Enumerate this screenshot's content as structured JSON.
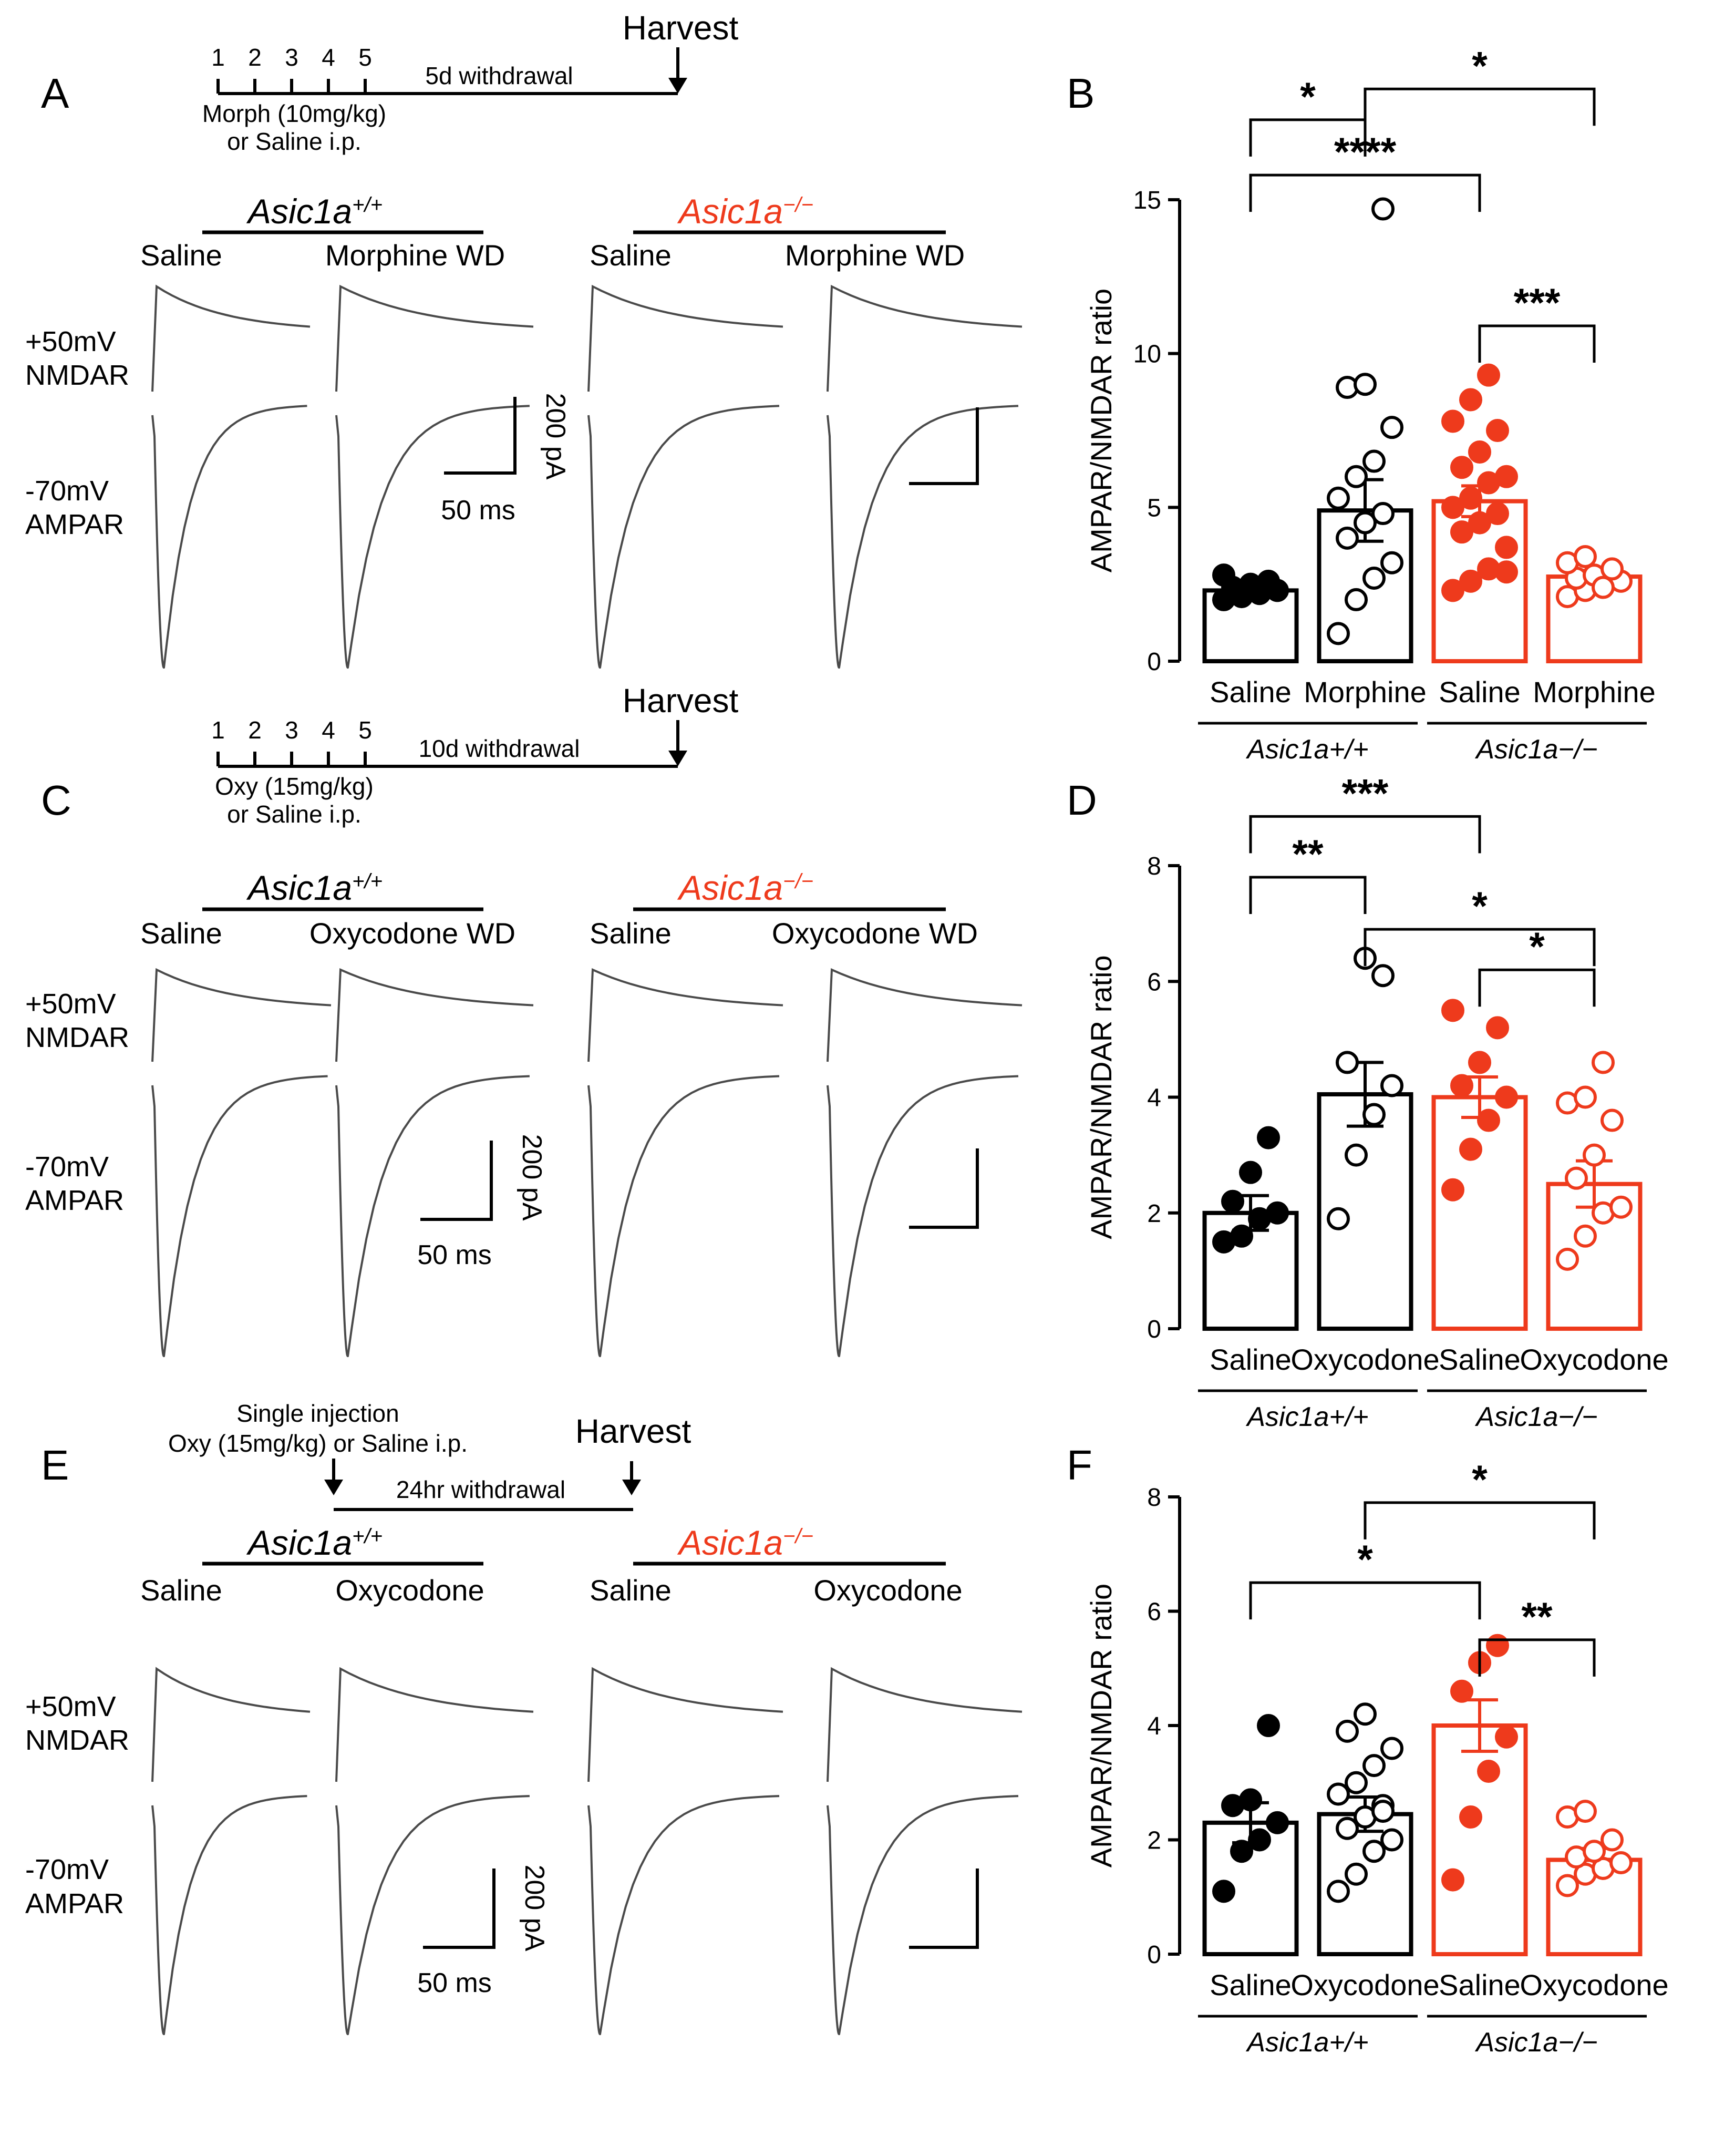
{
  "colors": {
    "wt": "#000000",
    "ko": "#ee3a1c",
    "trace": "#4a4a4a"
  },
  "panels": [
    {
      "label": "A",
      "days": [
        "1",
        "2",
        "3",
        "4",
        "5"
      ],
      "withdrawal": "5d withdrawal",
      "harvest": "Harvest",
      "injection": [
        "Morph (10mg/kg)",
        "or Saline i.p."
      ],
      "genotypes": {
        "wt": "Asic1a",
        "wt_sup": "+/+",
        "ko": "Asic1a",
        "ko_sup": "−/−"
      },
      "conditions": [
        "Saline",
        "Morphine WD",
        "Saline",
        "Morphine WD"
      ],
      "voltage_labels": {
        "pos": "+50mV",
        "pos_receptor": "NMDAR",
        "neg": "-70mV",
        "neg_receptor": "AMPAR"
      },
      "scale": {
        "amplitude": "200 pA",
        "time": "50 ms"
      }
    },
    {
      "label": "C",
      "days": [
        "1",
        "2",
        "3",
        "4",
        "5"
      ],
      "withdrawal": "10d withdrawal",
      "harvest": "Harvest",
      "injection": [
        "Oxy (15mg/kg)",
        "or Saline i.p."
      ],
      "genotypes": {
        "wt": "Asic1a",
        "wt_sup": "+/+",
        "ko": "Asic1a",
        "ko_sup": "−/−"
      },
      "conditions": [
        "Saline",
        "Oxycodone WD",
        "Saline",
        "Oxycodone WD"
      ],
      "voltage_labels": {
        "pos": "+50mV",
        "pos_receptor": "NMDAR",
        "neg": "-70mV",
        "neg_receptor": "AMPAR"
      },
      "scale": {
        "amplitude": "200 pA",
        "time": "50 ms"
      }
    },
    {
      "label": "E",
      "injection_title": [
        "Single injection",
        "Oxy (15mg/kg) or Saline i.p."
      ],
      "withdrawal": "24hr withdrawal",
      "harvest": "Harvest",
      "genotypes": {
        "wt": "Asic1a",
        "wt_sup": "+/+",
        "ko": "Asic1a",
        "ko_sup": "−/−"
      },
      "conditions": [
        "Saline",
        "Oxycodone",
        "Saline",
        "Oxycodone"
      ],
      "voltage_labels": {
        "pos": "+50mV",
        "pos_receptor": "NMDAR",
        "neg": "-70mV",
        "neg_receptor": "AMPAR"
      },
      "scale": {
        "amplitude": "200 pA",
        "time": "50 ms"
      }
    }
  ],
  "chart_data": [
    {
      "label": "B",
      "type": "bar",
      "ylabel": "AMPAR/NMDAR ratio",
      "ylim": [
        0,
        15
      ],
      "yticks": [
        0,
        5,
        10,
        15
      ],
      "categories": [
        "Saline",
        "Morphine",
        "Saline",
        "Morphine"
      ],
      "groups": [
        "Asic1a+/+",
        "Asic1a−/−"
      ],
      "means": [
        2.3,
        4.9,
        5.2,
        2.75
      ],
      "sem": [
        0.15,
        1.0,
        0.5,
        0.2
      ],
      "points": [
        [
          2.0,
          2.1,
          2.2,
          2.3,
          2.4,
          2.5,
          2.6,
          2.8,
          2.2
        ],
        [
          0.9,
          2.0,
          2.7,
          3.2,
          4.0,
          4.5,
          4.8,
          5.3,
          6.0,
          6.5,
          7.6,
          8.9,
          9.0,
          14.7
        ],
        [
          2.3,
          2.6,
          3.0,
          3.7,
          4.2,
          4.5,
          4.8,
          5.0,
          5.3,
          5.8,
          6.0,
          6.3,
          6.8,
          7.5,
          7.8,
          8.5,
          9.3,
          2.9
        ],
        [
          2.1,
          2.3,
          2.5,
          2.6,
          2.7,
          2.8,
          3.0,
          3.2,
          3.4,
          2.4
        ]
      ],
      "significance": [
        {
          "from": 0,
          "to": 1,
          "y": 17.6,
          "text": "*"
        },
        {
          "from": 1,
          "to": 3,
          "y": 18.6,
          "text": "*"
        },
        {
          "from": 0,
          "to": 2,
          "y": 15.8,
          "text": "****"
        },
        {
          "from": 2,
          "to": 3,
          "y": 10.9,
          "text": "***"
        }
      ]
    },
    {
      "label": "D",
      "type": "bar",
      "ylabel": "AMPAR/NMDAR ratio",
      "ylim": [
        0,
        8
      ],
      "yticks": [
        0,
        2,
        4,
        6,
        8
      ],
      "categories": [
        "Saline",
        "Oxycodone",
        "Saline",
        "Oxycodone"
      ],
      "groups": [
        "Asic1a+/+",
        "Asic1a−/−"
      ],
      "means": [
        2.0,
        4.05,
        4.0,
        2.5
      ],
      "sem": [
        0.3,
        0.55,
        0.35,
        0.4
      ],
      "points": [
        [
          1.5,
          1.6,
          1.9,
          2.0,
          2.2,
          2.7,
          3.3
        ],
        [
          1.9,
          3.0,
          3.7,
          4.2,
          4.6,
          6.4,
          6.1
        ],
        [
          2.4,
          3.1,
          3.6,
          4.0,
          4.2,
          4.6,
          5.2,
          5.5
        ],
        [
          1.2,
          1.6,
          2.0,
          2.1,
          2.6,
          3.0,
          3.6,
          3.9,
          4.0,
          4.6
        ]
      ],
      "significance": [
        {
          "from": 0,
          "to": 1,
          "y": 7.8,
          "text": "**"
        },
        {
          "from": 0,
          "to": 2,
          "y": 8.85,
          "text": "***"
        },
        {
          "from": 1,
          "to": 3,
          "y": 6.9,
          "text": "*"
        },
        {
          "from": 2,
          "to": 3,
          "y": 6.2,
          "text": "*"
        }
      ]
    },
    {
      "label": "F",
      "type": "bar",
      "ylabel": "AMPAR/NMDAR ratio",
      "ylim": [
        0,
        8
      ],
      "yticks": [
        0,
        2,
        4,
        6,
        8
      ],
      "categories": [
        "Saline",
        "Oxycodone",
        "Saline",
        "Oxycodone"
      ],
      "groups": [
        "Asic1a+/+",
        "Asic1a−/−"
      ],
      "means": [
        2.3,
        2.45,
        4.0,
        1.65
      ],
      "sem": [
        0.35,
        0.3,
        0.45,
        0.2
      ],
      "points": [
        [
          1.1,
          1.8,
          2.0,
          2.3,
          2.6,
          2.7,
          4.0
        ],
        [
          1.1,
          1.4,
          1.8,
          2.0,
          2.2,
          2.4,
          2.6,
          2.8,
          3.0,
          3.3,
          3.6,
          3.9,
          4.2,
          2.5
        ],
        [
          1.3,
          2.4,
          3.2,
          3.8,
          4.6,
          5.1,
          5.4
        ],
        [
          1.2,
          1.4,
          1.5,
          1.6,
          1.7,
          1.8,
          2.0,
          2.4,
          2.5
        ]
      ],
      "significance": [
        {
          "from": 0,
          "to": 2,
          "y": 6.5,
          "text": "*"
        },
        {
          "from": 1,
          "to": 3,
          "y": 7.9,
          "text": "*"
        },
        {
          "from": 2,
          "to": 3,
          "y": 5.5,
          "text": "**"
        }
      ]
    }
  ]
}
